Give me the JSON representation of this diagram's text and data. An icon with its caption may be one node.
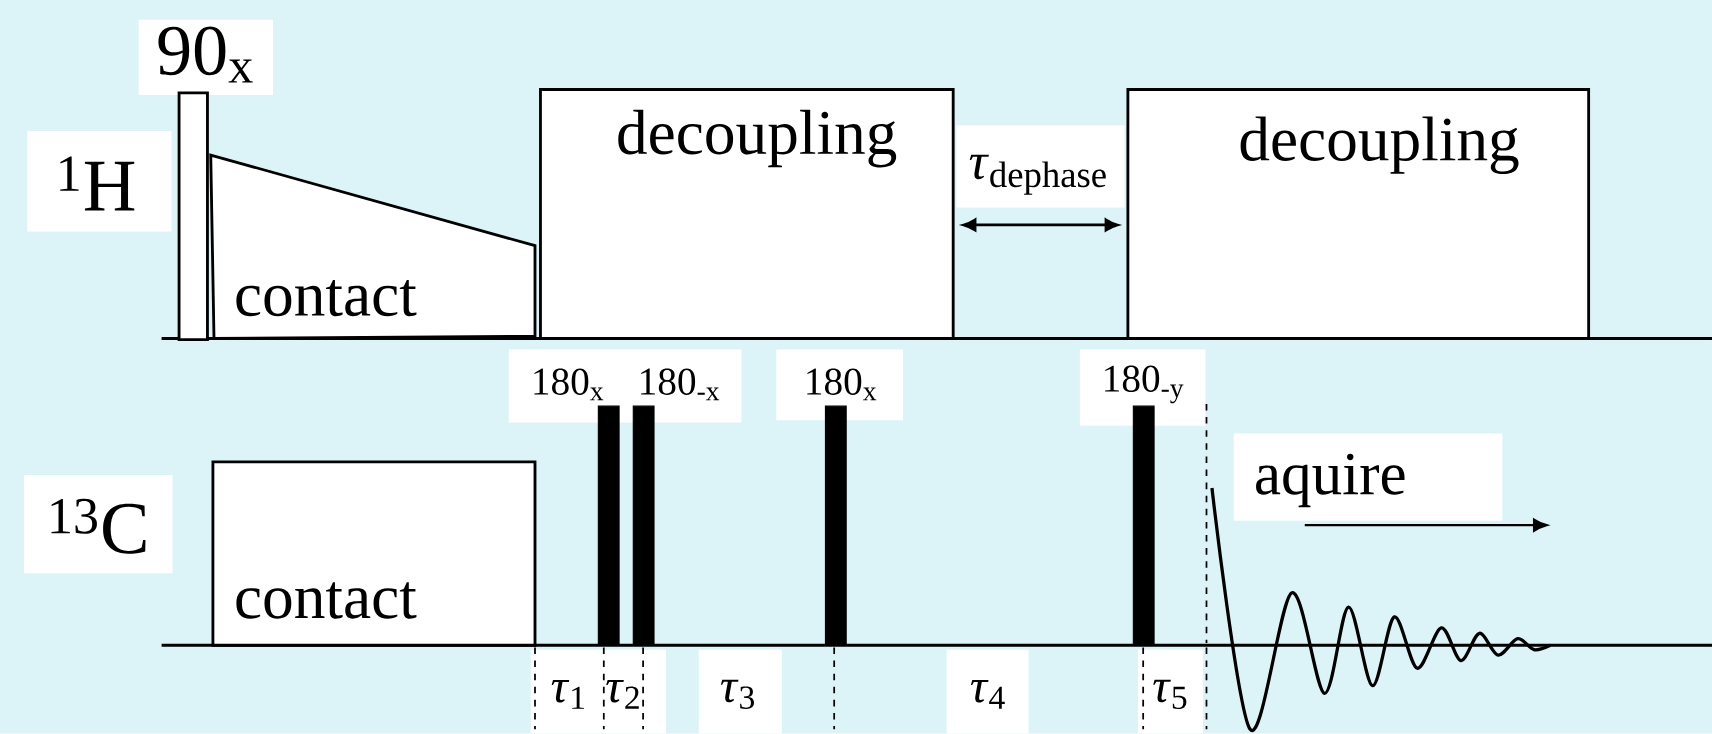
{
  "diagram": {
    "nodes": [
      {
        "text": [],
        "shape": "box",
        "beside": [
          "90$_{x}$"
        ]
      },
      {
        "text": [
          "contact"
        ]
      },
      {
        "text": [
          "decoupling"
        ]
      },
      {
        "text": [
          "decoupling"
        ]
      },
      {
        "text": [
          "contact"
        ]
      },
      {
        "text": [],
        "shape": "bar",
        "beside": [
          "180$_{x}$"
        ]
      },
      {
        "text": [],
        "shape": "bar",
        "beside": [
          "180$_{-x}$"
        ]
      },
      {
        "text": [],
        "shape": "bar",
        "beside": [
          "180$_{x}$"
        ]
      },
      {
        "text": [],
        "shape": "bar",
        "beside": [
          "180$_{-y}$"
        ]
      }
    ],
    "edges": [
      {
        "from": 2,
        "to": 3,
        "arrow": "both",
        "label": "*τ*$_{dephase}$"
      }
    ],
    "labels": [
      "$^{1}$H",
      "$^{13}$C",
      "aquire",
      "*τ*$_{1}$",
      "*τ*$_{2}$",
      "*τ*$_{3}$",
      "*τ*$_{4}$",
      "*τ*$_{5}$"
    ]
  }
}
